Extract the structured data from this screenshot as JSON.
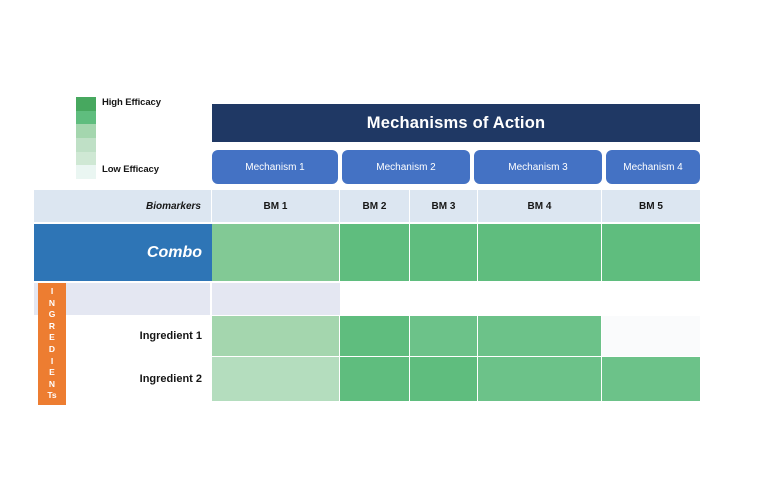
{
  "legend": {
    "high_label": "High Efficacy",
    "low_label": "Low Efficacy",
    "steps": [
      "#47a85f",
      "#5fbd7e",
      "#a4d6ae",
      "#bfe0c6",
      "#cfe8d4",
      "#eaf6f2"
    ]
  },
  "header": {
    "title": "Mechanisms of Action",
    "title_bg": "#1f3864",
    "chip_bg": "#4472c4",
    "mechanisms": [
      {
        "label": "Mechanism 1",
        "spans": [
          "BM 1"
        ]
      },
      {
        "label": "Mechanism 2",
        "spans": [
          "BM 2",
          "BM 3"
        ]
      },
      {
        "label": "Mechanism 3",
        "spans": [
          "BM 4"
        ]
      },
      {
        "label": "Mechanism 4",
        "spans": [
          "BM 5"
        ]
      }
    ]
  },
  "table": {
    "row_label_header": "Biomarkers",
    "columns": [
      "BM 1",
      "BM 2",
      "BM 3",
      "BM 4",
      "BM 5"
    ],
    "header_bg": "#dce6f1",
    "spacer_bg": "#e4e7f2",
    "combo": {
      "label": "Combo",
      "label_bg": "#2e75b6",
      "values": [
        "#82c995",
        "#5fbd7e",
        "#5fbd7e",
        "#5fbd7e",
        "#5fbd7e"
      ]
    },
    "ingredients": [
      {
        "label": "Ingredient 1",
        "values": [
          "#a4d6ae",
          "#5fbd7e",
          "#6cc289",
          "#6cc289",
          "#fafbfc"
        ]
      },
      {
        "label": "Ingredient 2",
        "values": [
          "#b4ddbe",
          "#5fbd7e",
          "#5fbd7e",
          "#6cc289",
          "#6cc289"
        ]
      }
    ]
  },
  "side_tab": {
    "text": "INGREDIENTs",
    "letters": [
      "I",
      "N",
      "G",
      "R",
      "E",
      "D",
      "I",
      "E",
      "N",
      "Ts"
    ],
    "bg": "#ed7d31"
  }
}
